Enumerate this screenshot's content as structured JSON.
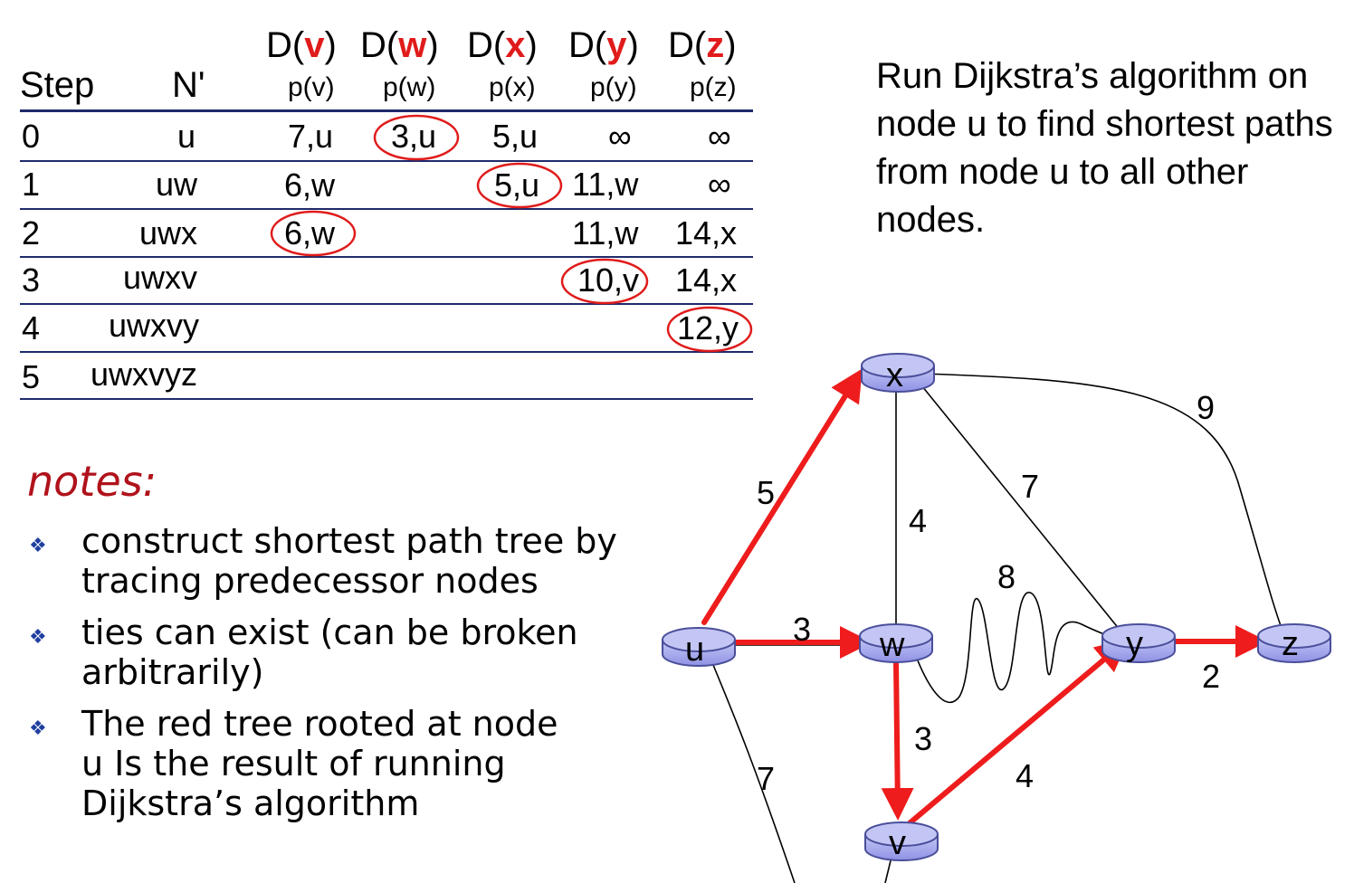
{
  "table": {
    "step_header": "Step",
    "nprime_header": "N'",
    "d_columns": [
      {
        "prefix": "D(",
        "node": "v",
        "suffix": ")",
        "pred": "p(v)"
      },
      {
        "prefix": "D(",
        "node": "w",
        "suffix": ")",
        "pred": "p(w)"
      },
      {
        "prefix": "D(",
        "node": "x",
        "suffix": ")",
        "pred": "p(x)"
      },
      {
        "prefix": "D(",
        "node": "y",
        "suffix": ")",
        "pred": "p(y)"
      },
      {
        "prefix": "D(",
        "node": "z",
        "suffix": ")",
        "pred": "p(z)"
      }
    ],
    "rows": [
      {
        "step": "0",
        "nprime": "u",
        "v": "7,u",
        "w": "3,u",
        "x": "5,u",
        "y": "∞",
        "z": "∞"
      },
      {
        "step": "1",
        "nprime": "uw",
        "v": "6,w",
        "w": "",
        "x": "5,u",
        "y": "11,w",
        "z": "∞"
      },
      {
        "step": "2",
        "nprime": "uwx",
        "v": "6,w",
        "w": "",
        "x": "",
        "y": "11,w",
        "z": "14,x"
      },
      {
        "step": "3",
        "nprime": "uwxv",
        "v": "",
        "w": "",
        "x": "",
        "y": "10,v",
        "z": "14,x"
      },
      {
        "step": "4",
        "nprime": "uwxvy",
        "v": "",
        "w": "",
        "x": "",
        "y": "",
        "z": "12,y"
      },
      {
        "step": "5",
        "nprime": "uwxvyz",
        "v": "",
        "w": "",
        "x": "",
        "y": "",
        "z": ""
      }
    ],
    "circled": [
      "0.w",
      "1.x",
      "2.v",
      "3.y",
      "4.z"
    ]
  },
  "prompt": "Run Dijkstra’s algorithm on node u to find shortest paths from node u to all other nodes.",
  "notes": {
    "title": "notes:",
    "items": [
      "construct shortest path tree by tracing predecessor nodes",
      "ties can exist (can be broken arbitrarily)",
      "The red tree rooted at node u Is the result of running Dijkstra’s algorithm"
    ]
  },
  "graph": {
    "nodes": [
      "x",
      "u",
      "w",
      "y",
      "z",
      "v"
    ],
    "edges": [
      {
        "from": "u",
        "to": "x",
        "weight": "5",
        "in_tree": true
      },
      {
        "from": "u",
        "to": "w",
        "weight": "3",
        "in_tree": true
      },
      {
        "from": "u",
        "to": "v",
        "weight": "7",
        "in_tree": false
      },
      {
        "from": "x",
        "to": "w",
        "weight": "4",
        "in_tree": false
      },
      {
        "from": "x",
        "to": "y",
        "weight": "7",
        "in_tree": false
      },
      {
        "from": "x",
        "to": "z",
        "weight": "9",
        "in_tree": false
      },
      {
        "from": "w",
        "to": "y",
        "weight": "8",
        "in_tree": false
      },
      {
        "from": "w",
        "to": "v",
        "weight": "3",
        "in_tree": true
      },
      {
        "from": "v",
        "to": "y",
        "weight": "4",
        "in_tree": true
      },
      {
        "from": "y",
        "to": "z",
        "weight": "2",
        "in_tree": true
      }
    ]
  },
  "colors": {
    "tree": "#ee1c1c",
    "router_fill": "#a9abee",
    "router_stroke": "#4a4f9a",
    "rule": "#1f2a6b",
    "notes_title": "#b0121b",
    "bullet": "#1f3f9f"
  },
  "icons": {
    "bullet": "diamond-bullet-icon",
    "router": "router-icon"
  }
}
